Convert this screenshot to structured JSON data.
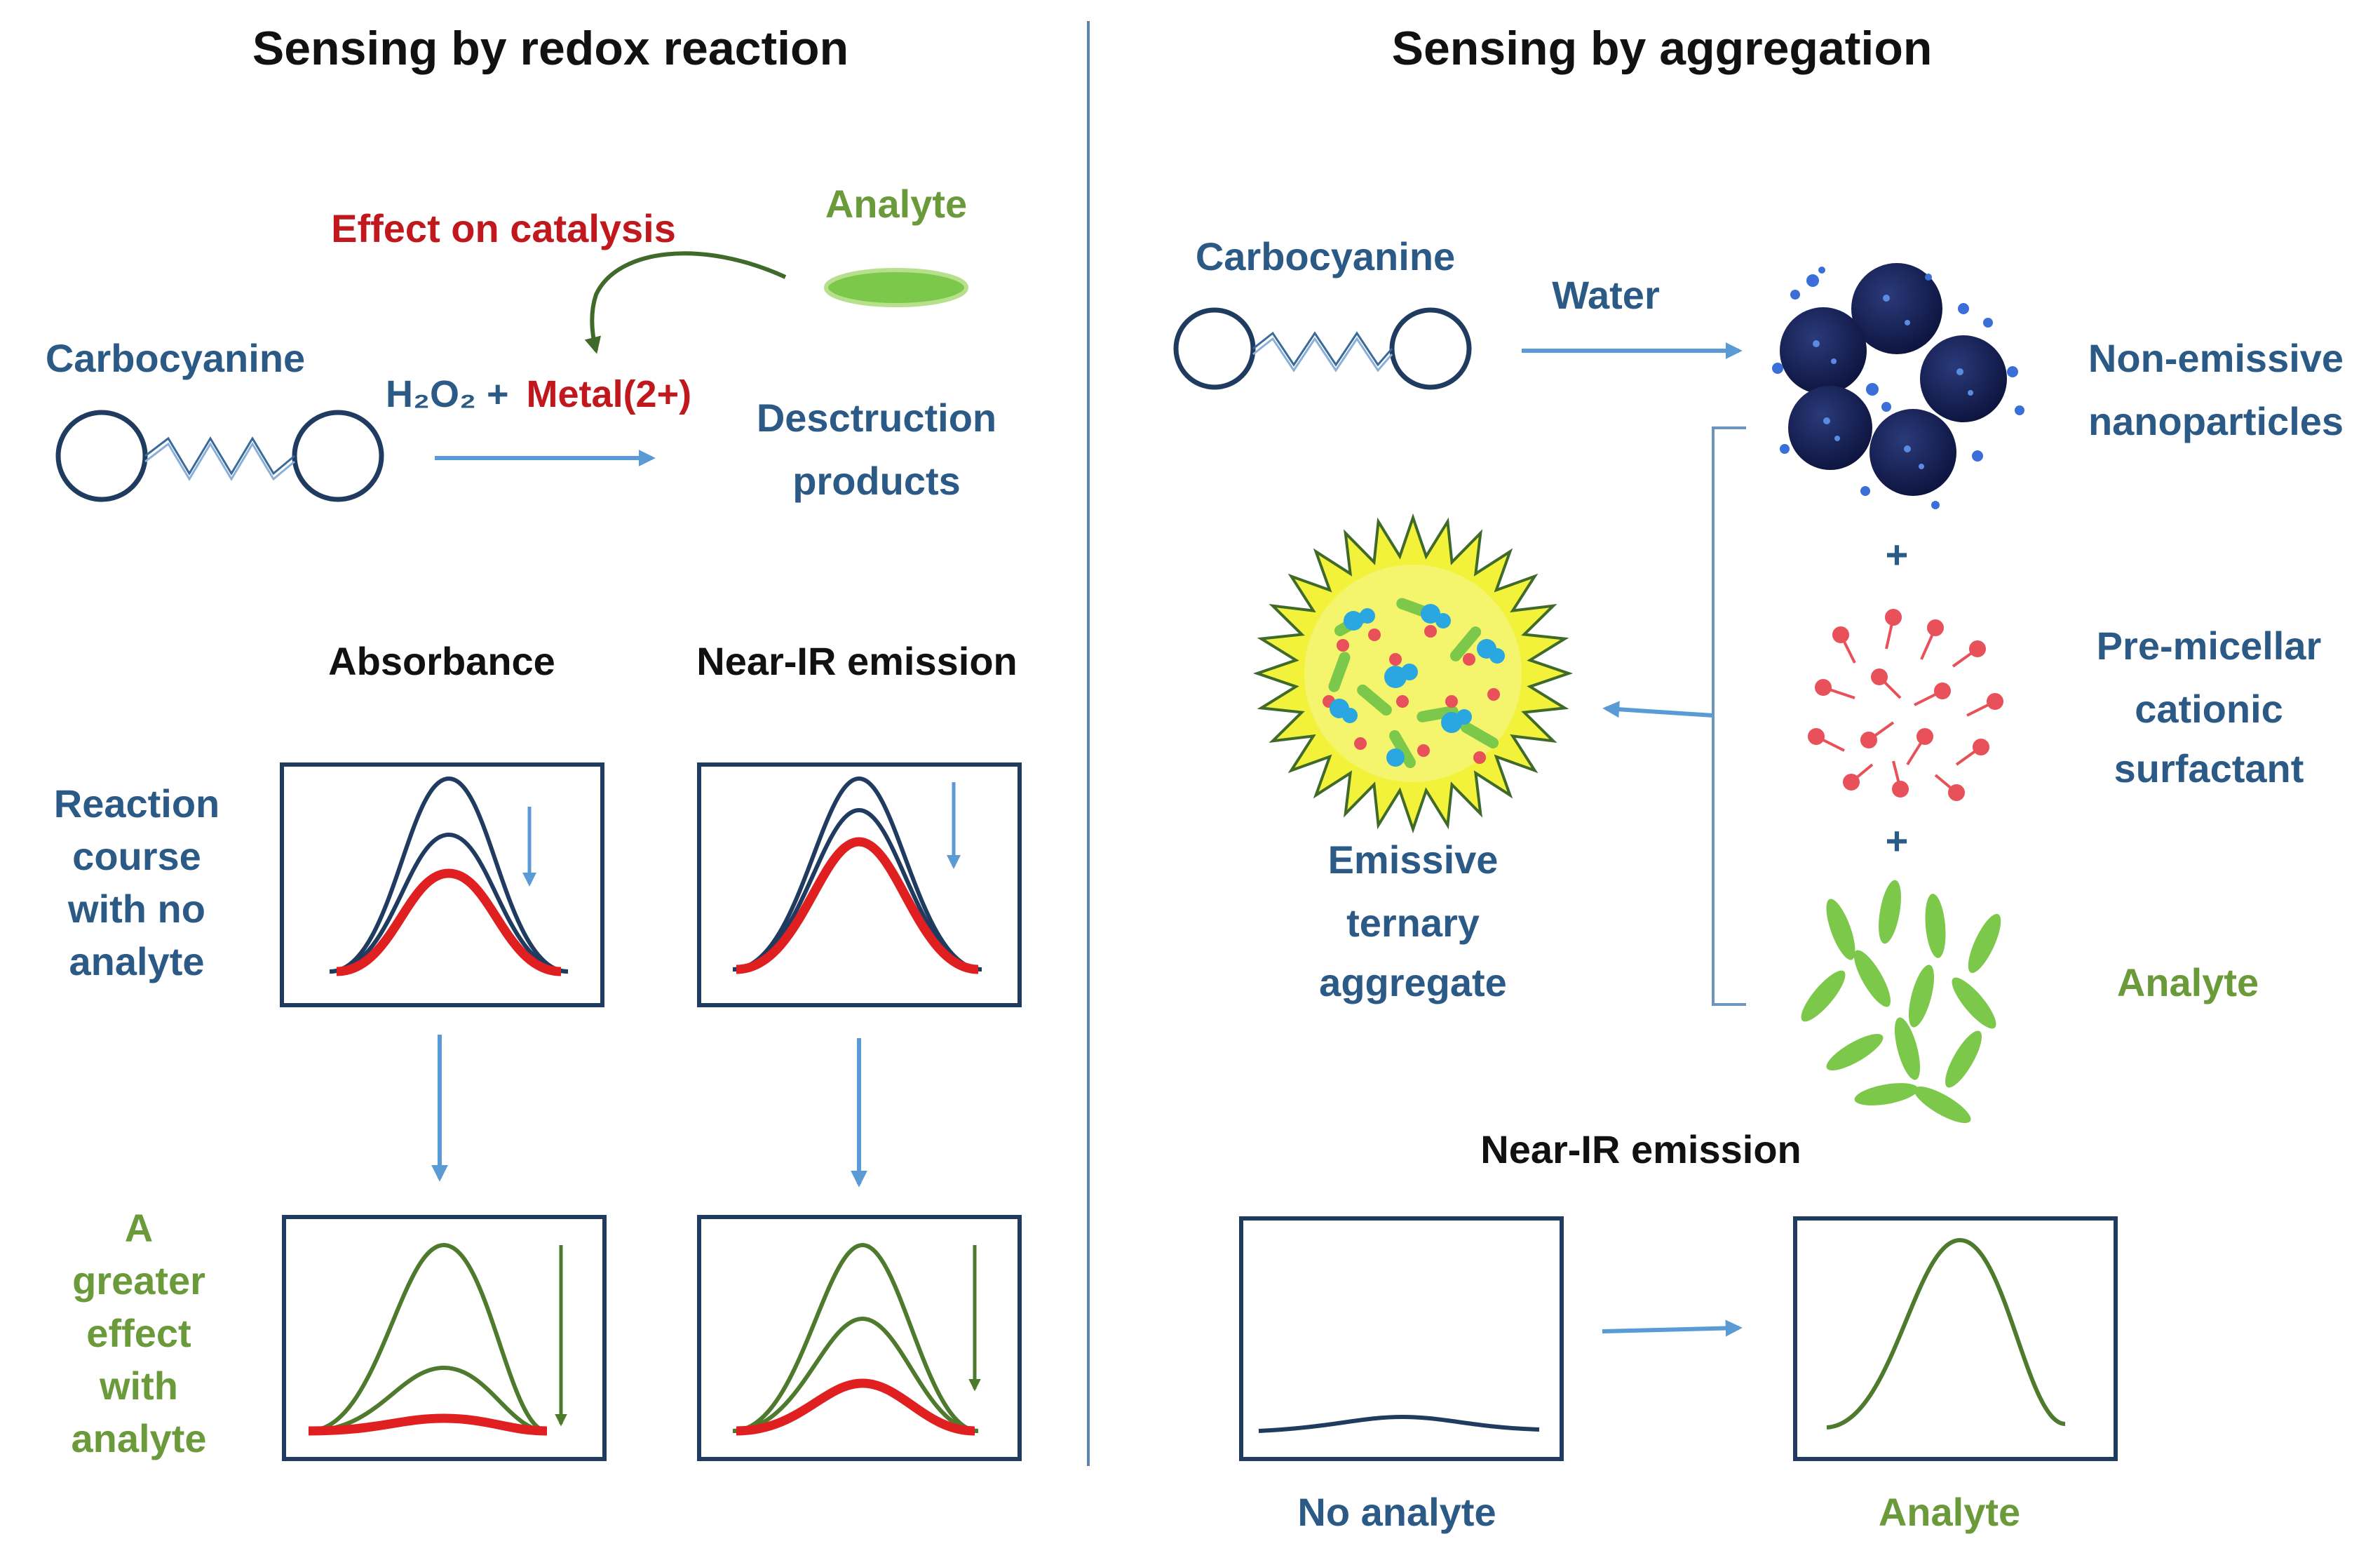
{
  "left_panel": {
    "title": "Sensing by redox reaction",
    "effect_label": "Effect on catalysis",
    "analyte_label": "Analyte",
    "carbocyanine_label": "Carbocyanine",
    "reagent_h2o2": "H₂O₂ +",
    "reagent_metal": "Metal(2+)",
    "products_line1": "Desctruction",
    "products_line2": "products",
    "absorbance_label": "Absorbance",
    "nir_label": "Near-IR emission",
    "no_analyte_lines": [
      "Reaction",
      "course",
      "with no",
      "analyte"
    ],
    "with_analyte_lines": [
      "A",
      "greater",
      "effect",
      "with",
      "analyte"
    ]
  },
  "right_panel": {
    "title": "Sensing by aggregation",
    "carbocyanine_label": "Carbocyanine",
    "water_label": "Water",
    "nonemissive_lines": [
      "Non-emissive",
      "nanoparticles"
    ],
    "plus_1": "+",
    "plus_2": "+",
    "surfactant_lines": [
      "Pre-micellar",
      "cationic",
      "surfactant"
    ],
    "analyte_label": "Analyte",
    "aggregate_lines": [
      "Emissive",
      "ternary",
      "aggregate"
    ],
    "nir_label": "Near-IR emission",
    "no_analyte_caption": "No analyte",
    "analyte_caption": "Analyte"
  },
  "colors": {
    "blue_text": "#2b5a86",
    "green_text": "#6a9a3a",
    "red_text": "#c0181c",
    "arrow_blue": "#5b9bd5",
    "curve_navy": "#1f3b60",
    "curve_green": "#4d7a2c",
    "curve_red": "#e02020",
    "nanoparticle": "#16204f",
    "aggregate_yellow": "#f2f23a",
    "aggregate_spikes": "#3f6a2a",
    "surfactant_pink": "#e8505a",
    "analyte_green": "#7cc84a"
  },
  "icons": {
    "carbocyanine": "carbocyanine-molecule-icon",
    "analyte": "analyte-ellipse-icon",
    "nanoparticles": "nanoparticle-cluster-icon",
    "surfactant": "surfactant-molecules-icon",
    "analyte_rods": "analyte-rods-icon",
    "aggregate": "spiky-aggregate-icon"
  }
}
